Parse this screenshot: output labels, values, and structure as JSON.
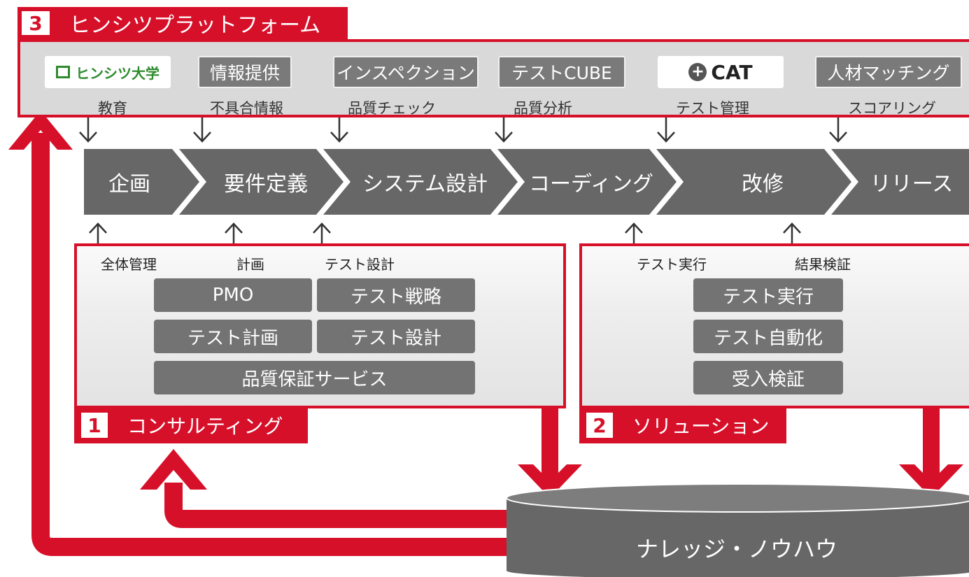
{
  "platform": {
    "number": "3",
    "title": "ヒンシツプラットフォーム",
    "tools": [
      {
        "label": "ヒンシツ大学",
        "sub": "教育",
        "style": "white-logo"
      },
      {
        "label": "情報提供",
        "sub": "不具合情報",
        "style": "gray"
      },
      {
        "label": "インスペクション",
        "sub": "品質チェック",
        "style": "gray"
      },
      {
        "label": "テストCUBE",
        "sub": "品質分析",
        "style": "gray"
      },
      {
        "label": "CAT",
        "sub": "テスト管理",
        "style": "white-logo"
      },
      {
        "label": "人材マッチング",
        "sub": "スコアリング",
        "style": "gray"
      }
    ]
  },
  "stages": [
    "企画",
    "要件定義",
    "システム設計",
    "コーディング",
    "改修",
    "リリース"
  ],
  "consulting": {
    "number": "1",
    "title": "コンサルティング",
    "activities": [
      "全体管理",
      "計画",
      "テスト設計"
    ],
    "services": [
      "PMO",
      "テスト戦略",
      "テスト計画",
      "テスト設計",
      "品質保証サービス"
    ]
  },
  "solution": {
    "number": "2",
    "title": "ソリューション",
    "activities": [
      "テスト実行",
      "結果検証"
    ],
    "services": [
      "テスト実行",
      "テスト自動化",
      "受入検証"
    ]
  },
  "knowledge": {
    "label": "ナレッジ・ノウハウ"
  },
  "colors": {
    "accent": "#d7102a",
    "stage_gray": "#676767",
    "box_gray": "#737373",
    "logo_green": "#2e8b2e"
  }
}
